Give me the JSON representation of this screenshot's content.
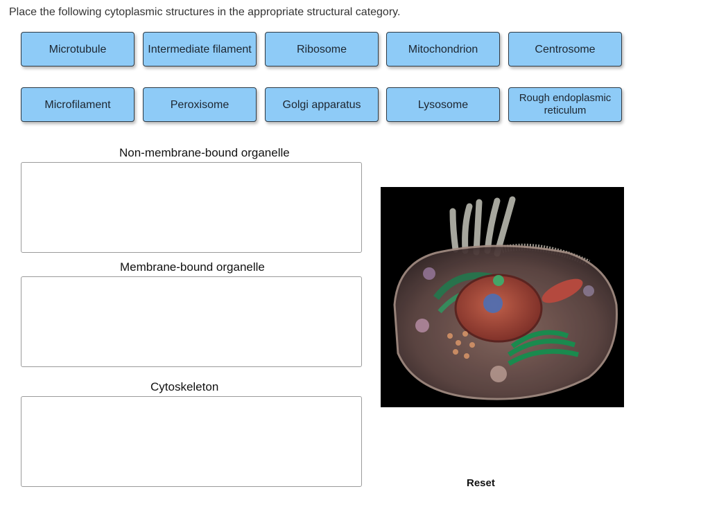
{
  "instruction": "Place the following cytoplasmic structures in the appropriate structural category.",
  "chips": [
    {
      "label": "Microtubule"
    },
    {
      "label": "Intermediate filament"
    },
    {
      "label": "Ribosome"
    },
    {
      "label": "Mitochondrion"
    },
    {
      "label": "Centrosome"
    },
    {
      "label": "Microfilament"
    },
    {
      "label": "Peroxisome"
    },
    {
      "label": "Golgi apparatus"
    },
    {
      "label": "Lysosome"
    },
    {
      "label": "Rough endoplasmic reticulum"
    }
  ],
  "categories": [
    {
      "label": "Non-membrane-bound organelle"
    },
    {
      "label": "Membrane-bound organelle"
    },
    {
      "label": "Cytoskeleton"
    }
  ],
  "image": {
    "name": "cell-illustration"
  },
  "reset_label": "Reset",
  "colors": {
    "chip_fill": "#8ecbf7",
    "chip_border": "#2f3a44"
  }
}
